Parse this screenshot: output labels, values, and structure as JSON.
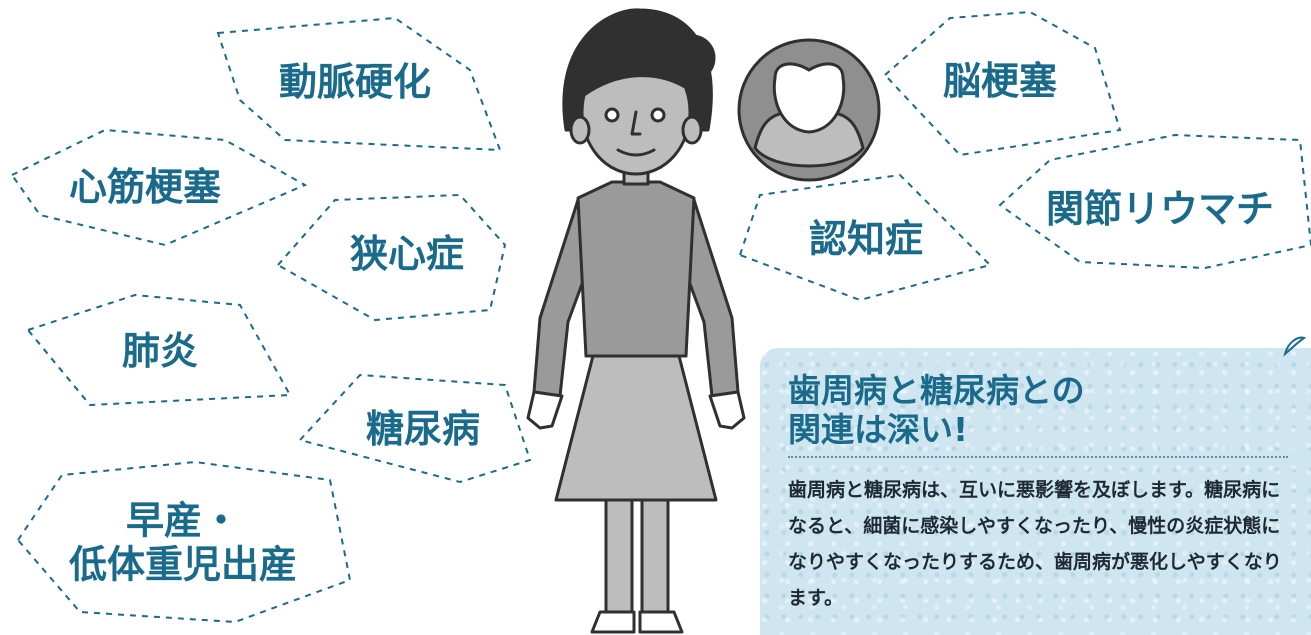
{
  "bubbles": [
    {
      "label": "動脈硬化"
    },
    {
      "label": "心筋梗塞"
    },
    {
      "label": "狭心症"
    },
    {
      "label": "肺炎"
    },
    {
      "label": "糖尿病"
    },
    {
      "label": "早産・\n低体重児出産"
    },
    {
      "label": "脳梗塞"
    },
    {
      "label": "関節リウマチ"
    },
    {
      "label": "認知症"
    }
  ],
  "info": {
    "heading": "歯周病と糖尿病との\n関連は深い!",
    "body": "歯周病と糖尿病は、互いに悪影響を及ぼします。糖尿病になると、細菌に感染しやすくなったり、慢性の炎症状態になりやすくなったりするため、歯周病が悪化しやすくなります。"
  },
  "icons": {
    "person": "woman-figure-icon",
    "tooth": "tooth-icon"
  },
  "colors": {
    "accent": "#1a6a8c",
    "info_background": "#cfe6f1",
    "figure_gray": "#9a9a9a",
    "figure_dark": "#303030"
  }
}
